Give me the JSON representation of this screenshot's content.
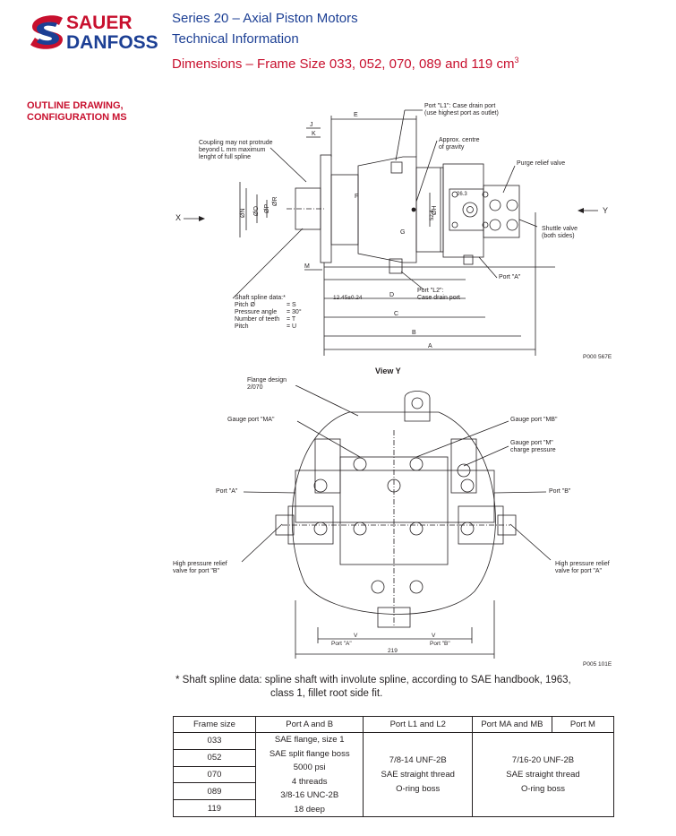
{
  "brand": {
    "line1": "SAUER",
    "line2": "DANFOSS",
    "color_blue": "#1c3f94",
    "color_red": "#c8102e"
  },
  "header": {
    "series": "Series 20 – Axial Piston Motors",
    "subtitle": "Technical Information",
    "dimensions": "Dimensions – Frame Size 033, 052, 070,  089 and 119 cm",
    "dimensions_sup": "3"
  },
  "section_title": {
    "line1": "OUTLINE DRAWING,",
    "line2": "CONFIGURATION MS"
  },
  "outline": {
    "coupling_note": [
      "Coupling may not protrude",
      "beyond L mm maximum",
      "lenght of full spline"
    ],
    "port_l1": [
      "Port \"L1\": Case drain port",
      "(use highest port as outlet)"
    ],
    "centre_gravity": [
      "Approx. centre",
      "of gravity"
    ],
    "purge_valve": "Purge relief valve",
    "shuttle_valve": [
      "Shuttle valve",
      "(both sides)"
    ],
    "port_a": "Port \"A\"",
    "port_l2": [
      "Port \"L2\":",
      "Case drain port"
    ],
    "spline_data": [
      "Shaft spline data:*",
      "Pitch Ø",
      "Pressure angle",
      "Number of teeth",
      "Pitch"
    ],
    "spline_values": [
      "= S",
      "= 30°",
      "= T",
      "= U"
    ],
    "dim_12": "12.45±0.24",
    "dims": [
      "E",
      "J",
      "K",
      "A",
      "B",
      "C",
      "D",
      "M",
      "F",
      "G",
      "ØN",
      "ØO",
      "ØP",
      "ØR",
      "ØH"
    ],
    "dim_263": "26.3",
    "dim_524": "52.4",
    "arrow_x": "X",
    "arrow_y": "Y",
    "code": "P000 567E"
  },
  "view_y": {
    "title": "View Y",
    "flange_design": [
      "Flange design",
      "2/070"
    ],
    "gauge_ma": "Gauge port \"MA\"",
    "gauge_mb": "Gauge port \"MB\"",
    "gauge_m": [
      "Gauge port \"M\"",
      "charge pressure"
    ],
    "port_a": "Port \"A\"",
    "port_b": "Port \"B\"",
    "hp_valve_b": [
      "High pressure relief",
      "valve for port \"B\""
    ],
    "hp_valve_a": [
      "High pressure relief",
      "valve for port \"A\""
    ],
    "v": "V",
    "port_a_dim": "Port \"A\"",
    "port_b_dim": "Port \"B\"",
    "width": "219",
    "code": "P005 101E"
  },
  "footnote": {
    "line1": "* Shaft spline data: spline shaft with involute spline, according to SAE handbook, 1963,",
    "line2": "class 1, fillet root side fit."
  },
  "table": {
    "headers": [
      "Frame size",
      "Port A and B",
      "Port L1 and L2",
      "Port MA and MB",
      "Port M"
    ],
    "frames": [
      "033",
      "052",
      "070",
      "089",
      "119"
    ],
    "port_ab": [
      "SAE flange, size 1",
      "SAE split flange boss",
      "5000 psi",
      "4 threads",
      "3/8-16 UNC-2B",
      "18 deep"
    ],
    "port_l": [
      "7/8-14 UNF-2B",
      "SAE straight thread",
      "O-ring boss"
    ],
    "port_m": [
      "7/16-20 UNF-2B",
      "SAE straight thread",
      "O-ring boss"
    ]
  }
}
